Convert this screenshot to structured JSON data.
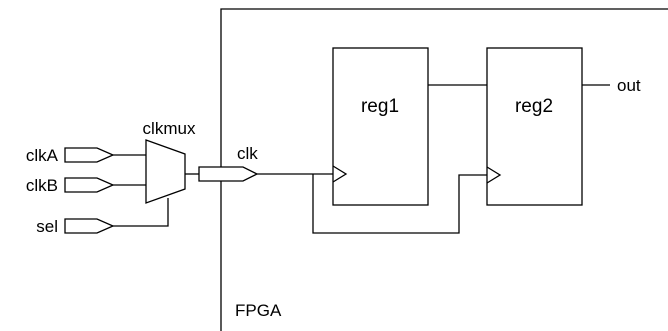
{
  "diagram": {
    "fpga_label": "FPGA",
    "mux_label": "clkmux",
    "clk_label": "clk",
    "inputs": {
      "clkA": "clkA",
      "clkB": "clkB",
      "sel": "sel"
    },
    "registers": {
      "reg1": "reg1",
      "reg2": "reg2"
    },
    "output_label": "out"
  }
}
